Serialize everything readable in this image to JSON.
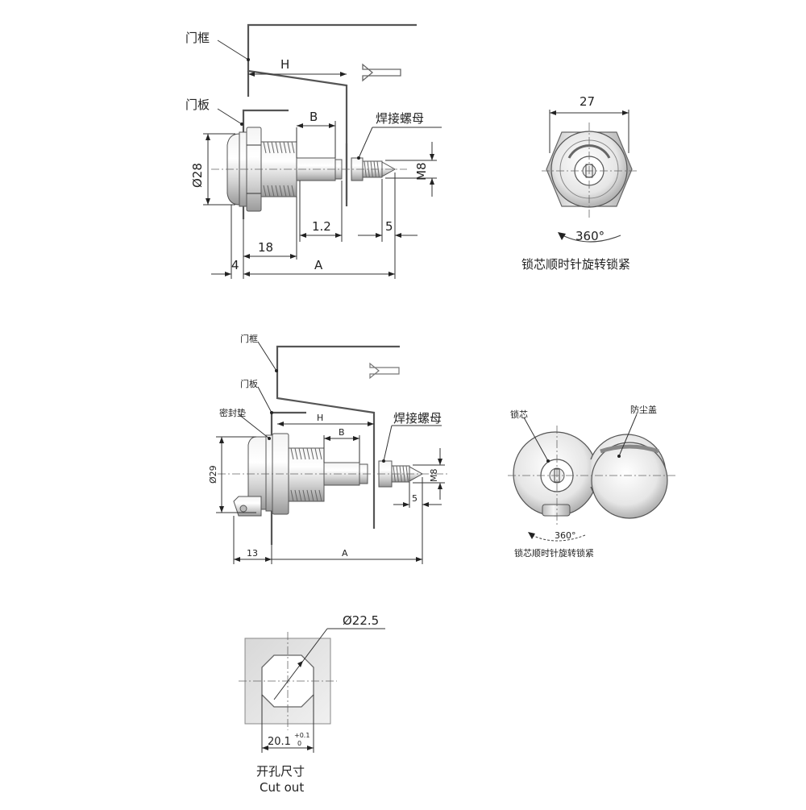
{
  "view1": {
    "labels": {
      "door_frame": "门框",
      "door_panel": "门板",
      "weld_nut": "焊接螺母"
    },
    "dims": {
      "H": "H",
      "B": "B",
      "dia": "Ø28",
      "thread": "M8",
      "gap": "1.2",
      "tip": "5",
      "body": "18",
      "flange": "4",
      "total": "A"
    }
  },
  "view1_front": {
    "width": "27",
    "rotation": "360°",
    "caption": "锁芯顺时针旋转锁紧"
  },
  "view2": {
    "labels": {
      "door_frame": "门框",
      "door_panel": "门板",
      "gasket": "密封垫",
      "weld_nut": "焊接螺母"
    },
    "dims": {
      "H": "H",
      "B": "B",
      "dia": "Ø29",
      "thread": "M8",
      "tip": "5",
      "flange": "13",
      "total": "A"
    }
  },
  "view2_front": {
    "core_label": "锁芯",
    "cover_label": "防尘盖",
    "rotation": "360°",
    "caption": "锁芯顺时针旋转锁紧"
  },
  "cutout": {
    "dia": "Ø22.5",
    "width": "20.1",
    "tol_upper": "+0.1",
    "tol_lower": "0",
    "caption_cn": "开孔尺寸",
    "caption_en": "Cut out"
  }
}
